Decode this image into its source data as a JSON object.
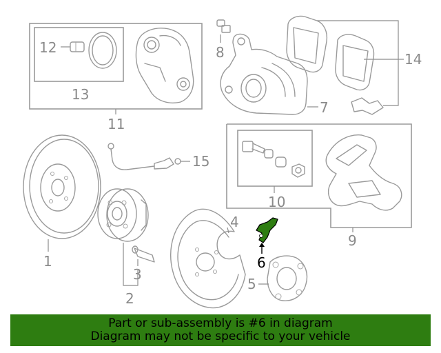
{
  "callouts": {
    "c1": "1",
    "c2": "2",
    "c3": "3",
    "c4": "4",
    "c5": "5",
    "c6": "6",
    "c7": "7",
    "c8": "8",
    "c9": "9",
    "c10": "10",
    "c11": "11",
    "c12": "12",
    "c13": "13",
    "c14": "14",
    "c15": "15"
  },
  "highlight": {
    "part": "6",
    "color": "#2e7d11"
  },
  "banner": {
    "line1": "Part or sub-assembly is #6 in diagram",
    "line2": "Diagram may not be specific to your vehicle",
    "background": "#2e7d11"
  }
}
